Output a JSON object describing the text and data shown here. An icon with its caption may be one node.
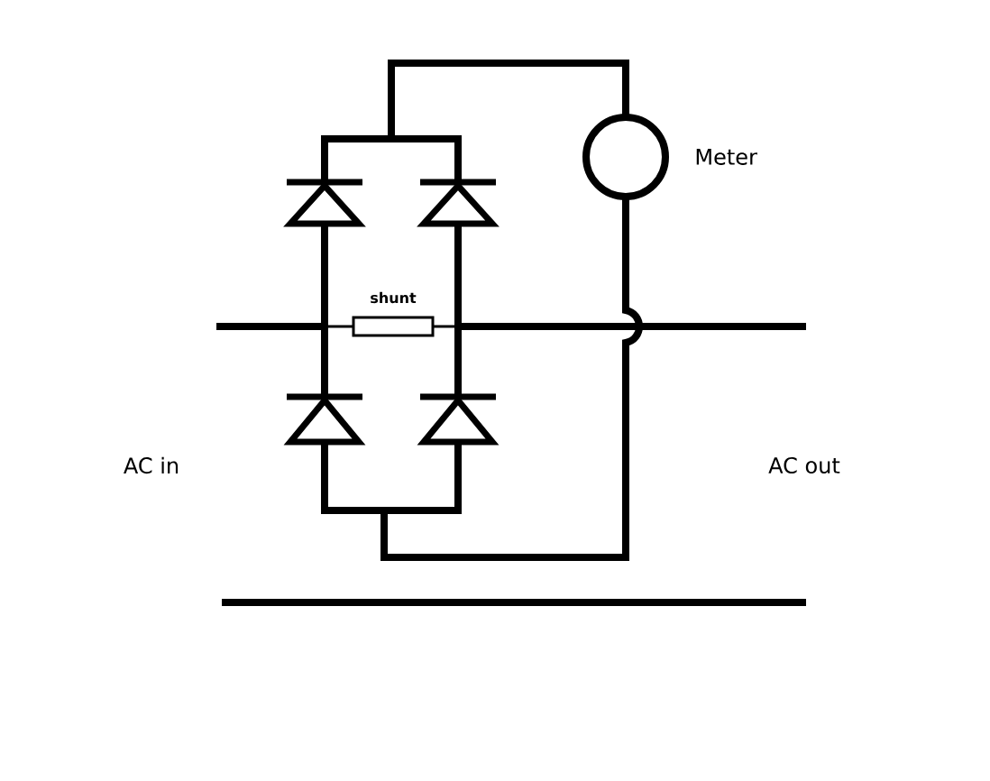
{
  "diagram": {
    "labels": [
      "Meter",
      "shunt",
      "AC in",
      "AC out"
    ]
  }
}
